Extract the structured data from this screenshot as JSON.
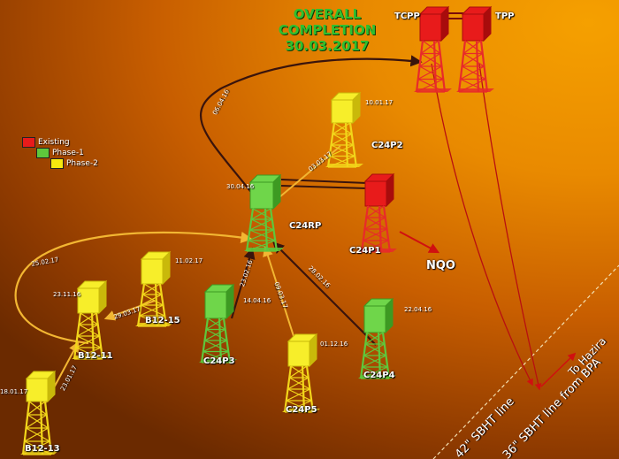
{
  "title": {
    "line1": "OVERALL",
    "line2": "COMPLETION",
    "line3": "30.03.2017"
  },
  "legend": [
    {
      "label": "Existing",
      "color": "#e81b1b"
    },
    {
      "label": "Phase-1",
      "color": "#5ec83c"
    },
    {
      "label": "Phase-2",
      "color": "#f5e80f"
    }
  ],
  "colors": {
    "existing": "#e81b1b",
    "phase1": "#5ec83c",
    "phase2": "#f5e80f",
    "link": "#f2b632",
    "dark_link": "#4a1a10"
  },
  "platforms": {
    "tcpp": {
      "name": "TCPP",
      "type": "existing"
    },
    "tpp": {
      "name": "TPP",
      "type": "existing"
    },
    "c24p2": {
      "name": "C24P2",
      "type": "phase2",
      "date": "10.01.17"
    },
    "c24rp": {
      "name": "C24RP",
      "type": "phase1",
      "date": "30.04.16"
    },
    "c24p1": {
      "name": "C24P1",
      "type": "existing"
    },
    "b12_15": {
      "name": "B12-15",
      "type": "phase2",
      "date": "11.02.17"
    },
    "b12_11": {
      "name": "B12-11",
      "type": "phase2",
      "date": "23.11.16"
    },
    "b12_13": {
      "name": "B12-13",
      "type": "phase2",
      "date": "18.01.17"
    },
    "c24p3": {
      "name": "C24P3",
      "type": "phase1",
      "date": "14.04.16"
    },
    "c24p5": {
      "name": "C24P5",
      "type": "phase2",
      "date": "01.12.16"
    },
    "c24p4": {
      "name": "C24P4",
      "type": "phase1",
      "date": "22.04.16"
    }
  },
  "pipeline_dates": {
    "rp_to_tcpp": "06.04.16",
    "p2_to_rp": "03.03.17",
    "b11_to_rp": "25.02.17",
    "b15_to_b11": "29.03.17",
    "b13_to_b11": "23.01.17",
    "p3_to_rp": "23.02.16",
    "p5_to_rp": "09.03.17",
    "p4_to_rp": "28.02.16"
  },
  "labels": {
    "nqo": "NQO",
    "sbht42": "42\" SBHT line",
    "sbht36": "36\" SBHT line from BPA",
    "hazira": "To Hazira"
  }
}
